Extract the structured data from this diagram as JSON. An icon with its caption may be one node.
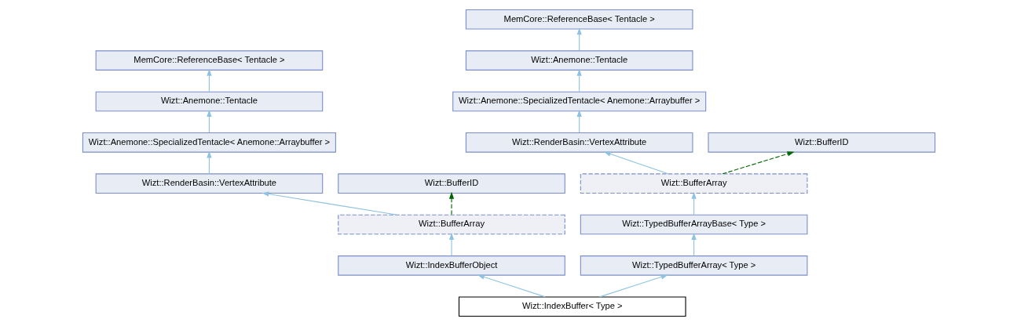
{
  "diagram": {
    "nodes": [
      {
        "text": [
          "MemCore::ReferenceBase< Tentacle >"
        ]
      },
      {
        "text": [
          "MemCore::ReferenceBase< Tentacle >"
        ]
      },
      {
        "text": [
          "Wizt::Anemone::Tentacle"
        ]
      },
      {
        "text": [
          "Wizt::Anemone::Tentacle"
        ]
      },
      {
        "text": [
          "Wizt::Anemone::SpecializedTentacle< Anemone::Arraybuffer >"
        ]
      },
      {
        "text": [
          "Wizt::Anemone::SpecializedTentacle< Anemone::Arraybuffer >"
        ]
      },
      {
        "text": [
          "Wizt::RenderBasin::VertexAttribute"
        ]
      },
      {
        "text": [
          "Wizt::BufferID"
        ]
      },
      {
        "text": [
          "Wizt::RenderBasin::VertexAttribute"
        ]
      },
      {
        "text": [
          "Wizt::BufferID"
        ]
      },
      {
        "text": [
          "Wizt::BufferArray"
        ]
      },
      {
        "text": [
          "Wizt::BufferArray"
        ]
      },
      {
        "text": [
          "Wizt::TypedBufferArrayBase< Type >"
        ]
      },
      {
        "text": [
          "Wizt::IndexBufferObject"
        ]
      },
      {
        "text": [
          "Wizt::TypedBufferArray< Type >"
        ]
      },
      {
        "text": [
          "Wizt::IndexBuffer< Type >"
        ]
      }
    ],
    "edges": [
      {
        "from": 2,
        "to": 0,
        "arrow": "to"
      },
      {
        "from": 3,
        "to": 1,
        "arrow": "to"
      },
      {
        "from": 4,
        "to": 2,
        "arrow": "to"
      },
      {
        "from": 5,
        "to": 3,
        "arrow": "to"
      },
      {
        "from": 6,
        "to": 4,
        "arrow": "to"
      },
      {
        "from": 8,
        "to": 5,
        "arrow": "to"
      },
      {
        "from": 10,
        "to": 6,
        "arrow": "to"
      },
      {
        "from": 10,
        "to": 7,
        "arrow": "to",
        "style": "dashed",
        "color": "#006400"
      },
      {
        "from": 11,
        "to": 8,
        "arrow": "to"
      },
      {
        "from": 11,
        "to": 9,
        "arrow": "to",
        "style": "dashed",
        "color": "#006400"
      },
      {
        "from": 12,
        "to": 10,
        "arrow": "to"
      },
      {
        "from": 13,
        "to": 11,
        "arrow": "to"
      },
      {
        "from": 14,
        "to": 12,
        "arrow": "to"
      },
      {
        "from": 15,
        "to": 13,
        "arrow": "to"
      },
      {
        "from": 15,
        "to": 14,
        "arrow": "to"
      }
    ]
  }
}
